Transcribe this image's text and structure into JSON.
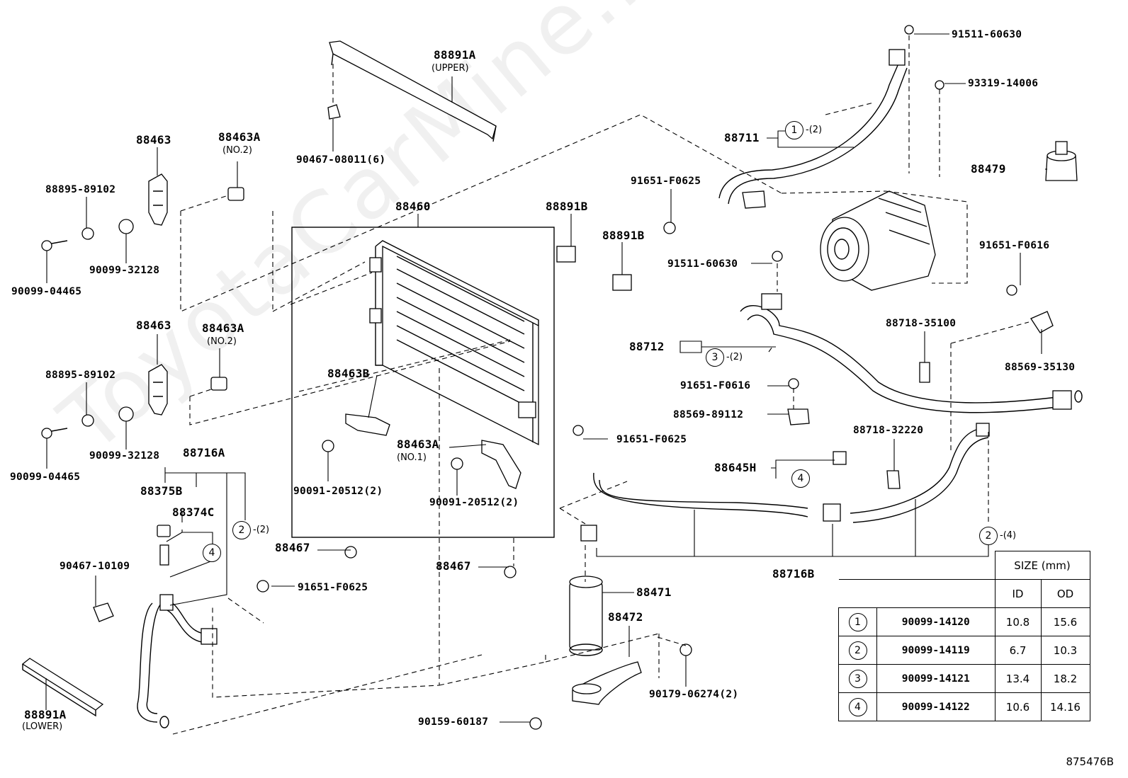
{
  "watermark": "ToyotaCarMine.ru",
  "drawing_code": "875476B",
  "parts": {
    "p88891A_upper": "88891A",
    "p88891A_upper_sub": "(UPPER)",
    "p90467_08011": "90467-08011(6)",
    "p88463_top": "88463",
    "p88463A_top": "88463A",
    "p88463A_top_sub": "(NO.2)",
    "p88895_top": "88895-89102",
    "p90099_32128_top": "90099-32128",
    "p90099_04465_top": "90099-04465",
    "p88460": "88460",
    "p88891B_a": "88891B",
    "p88891B_b": "88891B",
    "p88463_mid": "88463",
    "p88463A_mid": "88463A",
    "p88463A_mid_sub": "(NO.2)",
    "p88895_mid": "88895-89102",
    "p90099_32128_mid": "90099-32128",
    "p90099_04465_mid": "90099-04465",
    "p88463B": "88463B",
    "p88463A_no1": "88463A",
    "p88463A_no1_sub": "(NO.1)",
    "p90091_left": "90091-20512(2)",
    "p90091_right": "90091-20512(2)",
    "p88716A": "88716A",
    "p88375B": "88375B",
    "p88374C": "88374C",
    "p90467_10109": "90467-10109",
    "p88467_left": "88467",
    "p88467_right": "88467",
    "p91651_F0625_left": "91651-F0625",
    "p88891A_lower": "88891A",
    "p88891A_lower_sub": "(LOWER)",
    "p91511_60630_top": "91511-60630",
    "p93319_14006": "93319-14006",
    "p88711": "88711",
    "p88479": "88479",
    "p91651_F0625_top": "91651-F0625",
    "p91511_60630_mid": "91511-60630",
    "p91651_F0616_right": "91651-F0616",
    "p88718_35100": "88718-35100",
    "p88712": "88712",
    "p88569_35130": "88569-35130",
    "p91651_F0616_mid": "91651-F0616",
    "p88569_89112": "88569-89112",
    "p88718_32220": "88718-32220",
    "p91651_F0625_mid": "91651-F0625",
    "p88645H": "88645H",
    "p88716B": "88716B",
    "p88471": "88471",
    "p88472": "88472",
    "p90179_06274": "90179-06274(2)",
    "p90159_60187": "90159-60187"
  },
  "callouts": {
    "c88711": "1",
    "c88711_qty": "-(2)",
    "c88712": "3",
    "c88712_qty": "-(2)",
    "c88645H": "4",
    "c88716A_2": "2",
    "c88716A_2_qty": "-(2)",
    "c88374C_4": "4",
    "c88716B_2": "2",
    "c88716B_2_qty": "-(4)"
  },
  "size_table": {
    "header": "SIZE (mm)",
    "col_id": "ID",
    "col_od": "OD",
    "rows": [
      {
        "mark": "1",
        "part": "90099-14120",
        "id": "10.8",
        "od": "15.6"
      },
      {
        "mark": "2",
        "part": "90099-14119",
        "id": "6.7",
        "od": "10.3"
      },
      {
        "mark": "3",
        "part": "90099-14121",
        "id": "13.4",
        "od": "18.2"
      },
      {
        "mark": "4",
        "part": "90099-14122",
        "id": "10.6",
        "od": "14.16"
      }
    ]
  }
}
